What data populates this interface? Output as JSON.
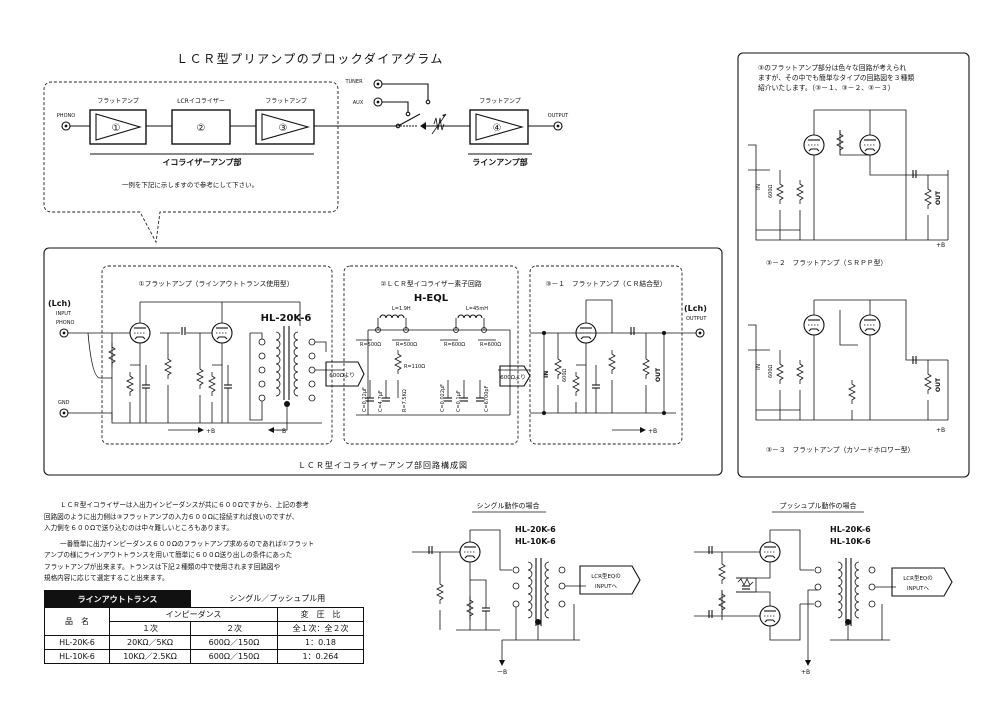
{
  "title": "ＬＣＲ型プリアンプのブロックダイアグラム",
  "block": {
    "phono": "PHONO",
    "tuner": "TUNER",
    "aux": "AUX",
    "output": "OUTPUT",
    "flat_amp": "フラットアンプ",
    "lcr_eq": "LCRイコライザー",
    "b1": "①",
    "b2": "②",
    "b3": "③",
    "b4": "④",
    "eq_section": "イコライザーアンプ部",
    "line_section": "ラインアンプ部",
    "callout": "一例を下記に示しますので参考にして下さい。"
  },
  "note": {
    "lines": [
      "③のフラットアンプ部分は色々な回路が考えられ",
      "ますが、その中でも簡単なタイプの回路図を３種類",
      "紹介いたします。（③－１、③－２、③－３）"
    ]
  },
  "srpp": {
    "in": "IN",
    "out": "OUT",
    "r": "600Ω",
    "plusb": "+B",
    "caption": "③－２　フラットアンプ（ＳＲＰＰ型）"
  },
  "cathode": {
    "in": "IN",
    "out": "OUT",
    "r": "600Ω",
    "plusb": "+B",
    "caption": "③－３　フラットアンプ（カソードホロワー型）"
  },
  "main": {
    "sec1": "①フラットアンプ（ラインアウトトランス使用型）",
    "sec2": "②ＬＣＲ型イコライザー素子回路",
    "sec3": "③－１　フラットアンプ（ＣＲ結合型）",
    "lch": "(Lch)",
    "input": "INPUT",
    "phono": "PHONO",
    "gnd": "GND",
    "output": "OUTPUT",
    "transformer": "HL-20K-6",
    "heql": "H-EQL",
    "l1": "L=1.9H",
    "l2": "L=45mH",
    "r500a": "R=500Ω",
    "r500b": "R=500Ω",
    "r600a": "R=600Ω",
    "r600b": "R=600Ω",
    "r110": "R=110Ω",
    "c1": "C=0.22μF",
    "c2": "C=4.7μF",
    "c3": "R=7.5KΩ",
    "c4": "C=0.022μF",
    "c5": "C=0.1μF",
    "c6": "C=6700pF",
    "to600a": "600Ωより",
    "to600b": "600Ωより",
    "in": "IN",
    "out": "OUT",
    "r600": "600Ω",
    "plusb1": "+B",
    "minusb": "ーB",
    "plusb2": "+B",
    "caption": "ＬＣＲ型イコライザーアンプ部回路構成図"
  },
  "desc": {
    "lines": [
      "ＬＣＲ型イコライザーは入出力インピーダンスが共に６００Ωですから、上記の参考",
      "回路図のように出力側は③フラットアンプの入力６００Ωに接続すれば良いのですが、",
      "入力側を６００Ωで送り込むのは中々難しいところもあります。",
      "",
      "一番簡単に出力インピーダンス６００Ωのフラットアンプ求めるのであれば①フラット",
      "アンプの様にラインアウトトランスを用いて簡単に６００Ω送り出しの条件にあった",
      "フラットアンプが出来ます。トランスは下記２種類の中で使用されます回路図や",
      "規格内容に応じて選定すること出来ます。"
    ]
  },
  "spec": {
    "head": "ラインアウトトランス",
    "usage": "シングル／プッシュプル用",
    "name": "品　名",
    "imp": "インピーダンス",
    "ratio": "変　圧　比",
    "p1": "１次",
    "p2": "２次",
    "ratio_sub": "全１次：全２次",
    "rows": [
      {
        "name": "HL-20K-6",
        "p1": "20KΩ／5KΩ",
        "p2": "600Ω／150Ω",
        "ratio": "1：0.18"
      },
      {
        "name": "HL-10K-6",
        "p1": "10KΩ／2.5KΩ",
        "p2": "600Ω／150Ω",
        "ratio": "1：0.264"
      }
    ]
  },
  "single": {
    "title": "シングル動作の場合",
    "t1": "HL-20K-6",
    "t2": "HL-10K-6",
    "arrow1": "LCR型EQの",
    "arrow2": "INPUTへ",
    "minusb": "ーB"
  },
  "push": {
    "title": "プッシュプル動作の場合",
    "t1": "HL-20K-6",
    "t2": "HL-10K-6",
    "arrow1": "LCR型EQの",
    "arrow2": "INPUTへ",
    "plusb": "+B"
  }
}
